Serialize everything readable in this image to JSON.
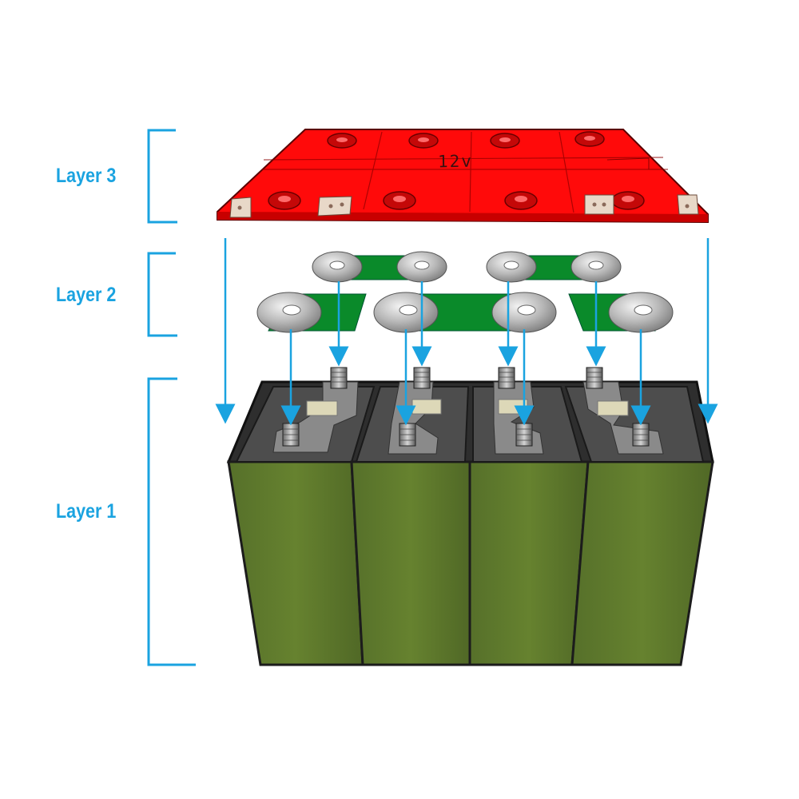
{
  "diagram": {
    "layers": [
      {
        "id": "layer3",
        "label": "Layer 3"
      },
      {
        "id": "layer2",
        "label": "Layer 2"
      },
      {
        "id": "layer1",
        "label": "Layer 1"
      }
    ],
    "bms_board_text": "12v"
  },
  "colors": {
    "bracket": "#1aa3e0",
    "arrow": "#1aa3e0",
    "label": "#1aa3e0",
    "board": "#ff0a0a",
    "busbar": "#0a8a2a",
    "cell": "#5f7a2c",
    "cell_top": "#4a4a4a"
  }
}
